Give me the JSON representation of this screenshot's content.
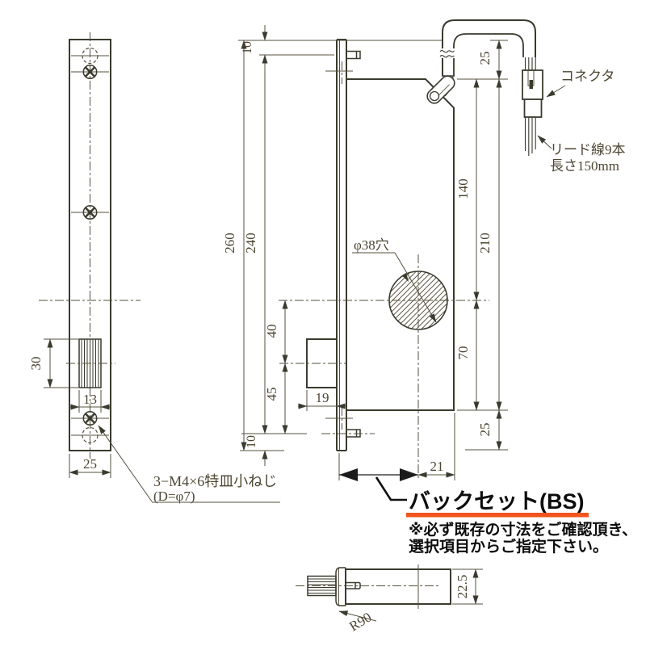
{
  "drawing": {
    "left_view": {
      "plate_width": "25",
      "bolt_height": "30",
      "bolt_width": "13",
      "screw_note_line1": "3−M4×6特皿小ねじ",
      "screw_note_line2": "(D=φ7)"
    },
    "front_view": {
      "faceplate_length": "260",
      "hole_pitch": "240",
      "top_offset": "10",
      "bottom_offset": "10",
      "top_gap": "25",
      "body_top_to_center": "140",
      "body_length": "210",
      "center_to_bottom": "70",
      "bottom_gap": "25",
      "latch_above": "40",
      "latch_below": "45",
      "latch_depth": "19",
      "hole_label": "φ38穴",
      "hole_to_edge": "21"
    },
    "cable": {
      "connector_label": "コネクタ",
      "lead_wires_label": "リード線9本",
      "lead_length_label": "長さ150mm"
    },
    "backset": {
      "title": "バックセット(BS)",
      "note_line1": "※必ず既存の寸法をご確認頂き、",
      "note_line2": "選択項目からご指定下さい。"
    },
    "bottom_view": {
      "height": "22.5",
      "radius_label": "R90"
    },
    "colors": {
      "line": "#3a3a2e",
      "dim_text": "#4c4632",
      "accent_underline": "#f1551d",
      "note_text": "#0d0d0d"
    }
  }
}
